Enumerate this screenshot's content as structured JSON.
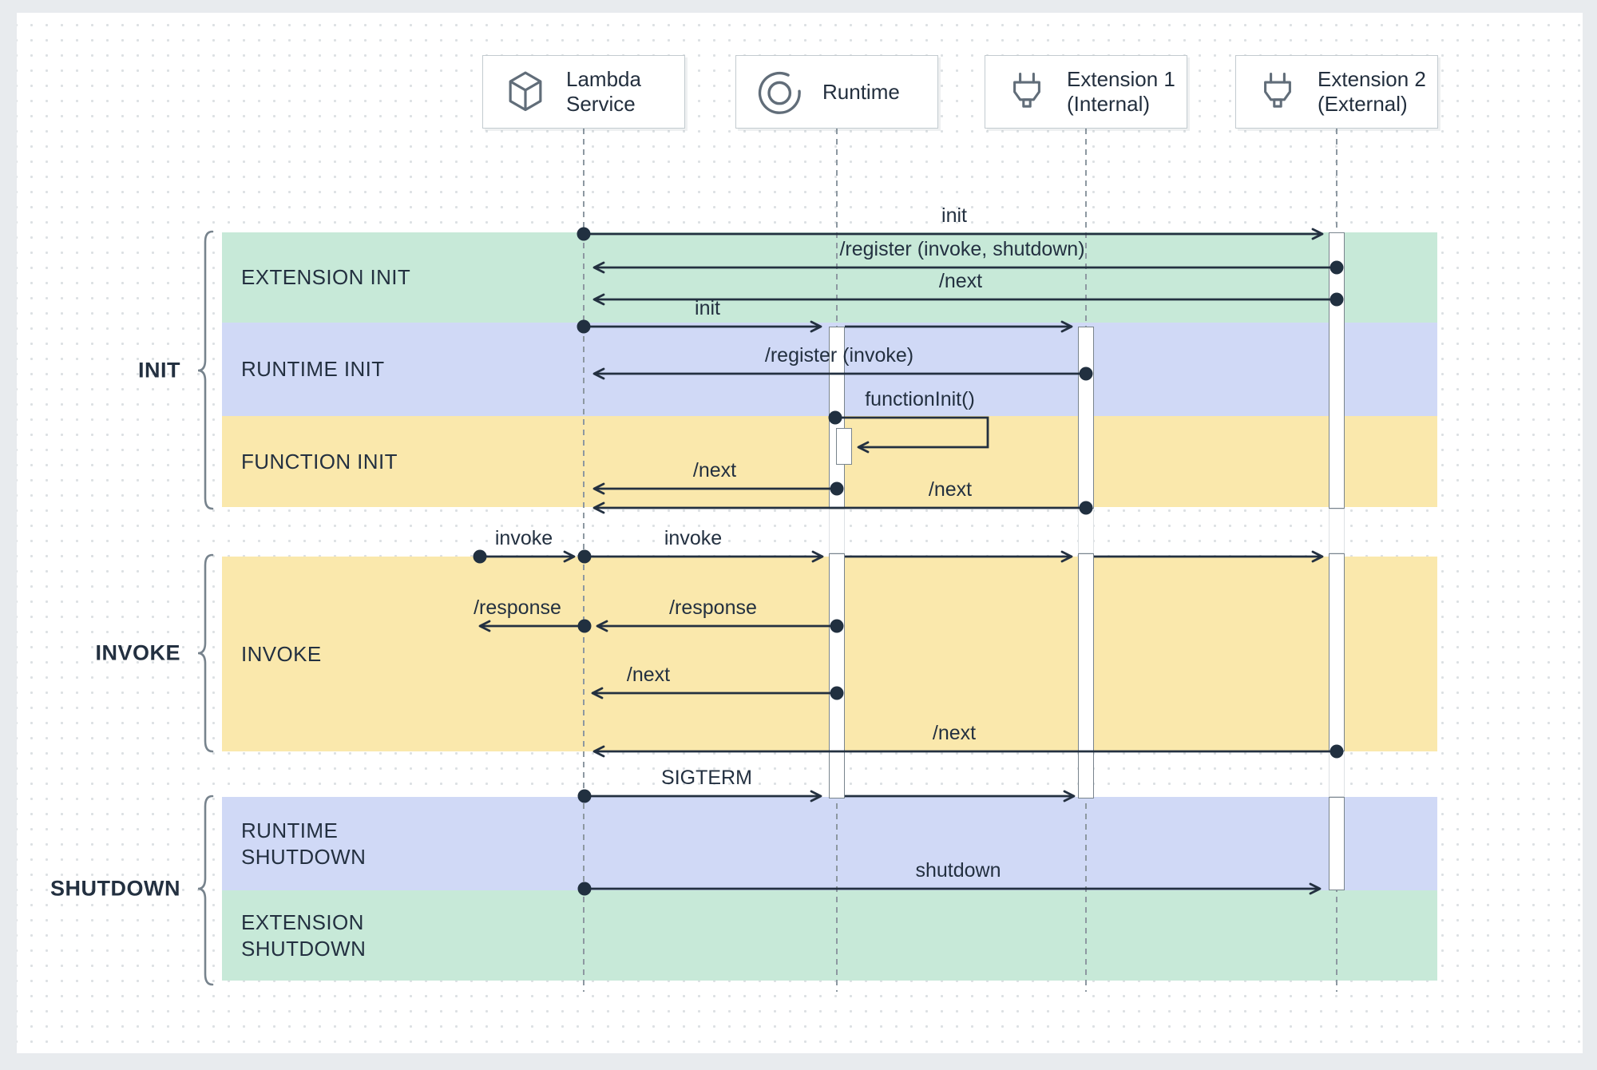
{
  "participants": [
    {
      "label": "Lambda Service",
      "lines": [
        "Lambda",
        "Service"
      ],
      "icon": "lambda-cube-icon"
    },
    {
      "label": "Runtime",
      "lines": [
        "Runtime",
        ""
      ],
      "icon": "runtime-cycle-icon"
    },
    {
      "label": "Extension 1 (Internal)",
      "lines": [
        "Extension 1",
        "(Internal)"
      ],
      "icon": "plug-icon"
    },
    {
      "label": "Extension 2 (External)",
      "lines": [
        "Extension 2",
        "(External)"
      ],
      "icon": "plug-icon"
    }
  ],
  "lifecycle_sections": [
    {
      "label": "INIT"
    },
    {
      "label": "INVOKE"
    },
    {
      "label": "SHUTDOWN"
    }
  ],
  "phases": [
    {
      "label": "EXTENSION INIT",
      "color": "#c7e9d8"
    },
    {
      "label": "RUNTIME INIT",
      "color": "#d0d9f6"
    },
    {
      "label": "FUNCTION INIT",
      "color": "#fae8ac"
    },
    {
      "label": "INVOKE",
      "color": "#fae8ac"
    },
    {
      "label": "RUNTIME SHUTDOWN",
      "color": "#d0d9f6"
    },
    {
      "label": "EXTENSION SHUTDOWN",
      "color": "#c7e9d8"
    }
  ],
  "messages": [
    {
      "label": "init",
      "from": "Lambda Service",
      "to": "Extension 2 (External)"
    },
    {
      "label": "/register (invoke, shutdown)",
      "from": "Extension 2 (External)",
      "to": "Lambda Service"
    },
    {
      "label": "/next",
      "from": "Extension 2 (External)",
      "to": "Lambda Service"
    },
    {
      "label": "init",
      "from": "Lambda Service",
      "to": "Runtime, Extension 1 (Internal)"
    },
    {
      "label": "/register (invoke)",
      "from": "Extension 1 (Internal)",
      "to": "Lambda Service"
    },
    {
      "label": "functionInit()",
      "from": "Runtime",
      "to": "Runtime"
    },
    {
      "label": "/next",
      "from": "Runtime",
      "to": "Lambda Service"
    },
    {
      "label": "/next",
      "from": "Extension 1 (Internal)",
      "to": "Lambda Service"
    },
    {
      "label": "invoke",
      "from": "caller",
      "to": "Lambda Service"
    },
    {
      "label": "invoke",
      "from": "Lambda Service",
      "to": "Runtime, Extension 1, Extension 2"
    },
    {
      "label": "/response",
      "from": "Runtime",
      "to": "Lambda Service"
    },
    {
      "label": "/response",
      "from": "Lambda Service",
      "to": "caller"
    },
    {
      "label": "/next",
      "from": "Runtime",
      "to": "Lambda Service"
    },
    {
      "label": "/next",
      "from": "Extension 2 (External)",
      "to": "Lambda Service"
    },
    {
      "label": "SIGTERM",
      "from": "Lambda Service",
      "to": "Runtime, Extension 1 (Internal)"
    },
    {
      "label": "shutdown",
      "from": "Lambda Service",
      "to": "Extension 2 (External)"
    }
  ],
  "colors": {
    "extension_phase": "#c7e9d8",
    "runtime_phase": "#d0d9f6",
    "function_invoke_phase": "#fae8ac",
    "arrow": "#233040",
    "lifeline": "#8d98a1",
    "box_border": "#c3cbd0",
    "canvas": "#ffffff",
    "page_background": "#e8ebee"
  }
}
